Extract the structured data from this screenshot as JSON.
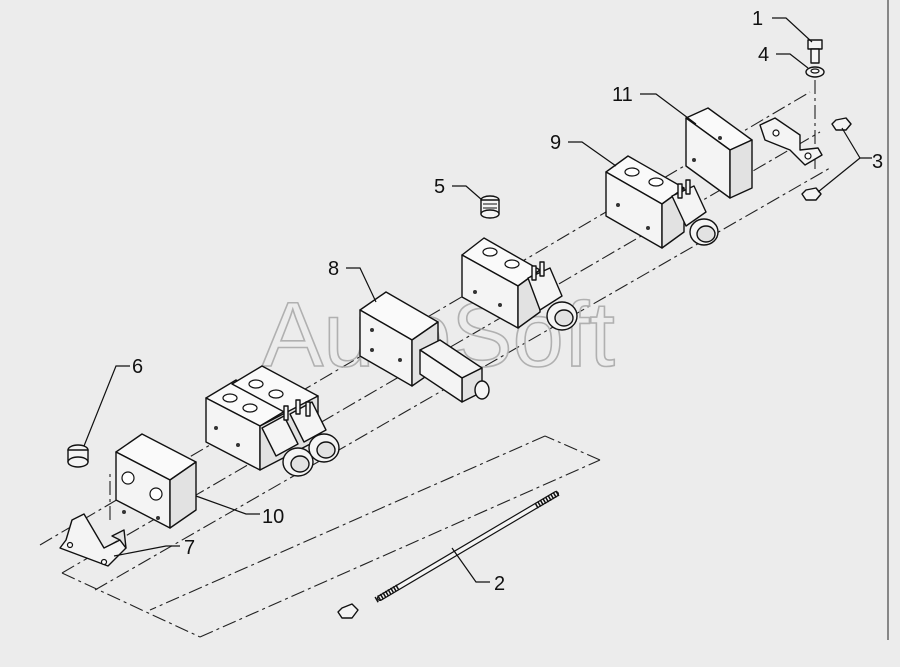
{
  "watermark": "AutoSoft",
  "labels": {
    "l1": "1",
    "l2": "2",
    "l3": "3",
    "l4": "4",
    "l5": "5",
    "l6": "6",
    "l7": "7",
    "l8": "8",
    "l9": "9",
    "l10": "10",
    "l11": "11"
  }
}
